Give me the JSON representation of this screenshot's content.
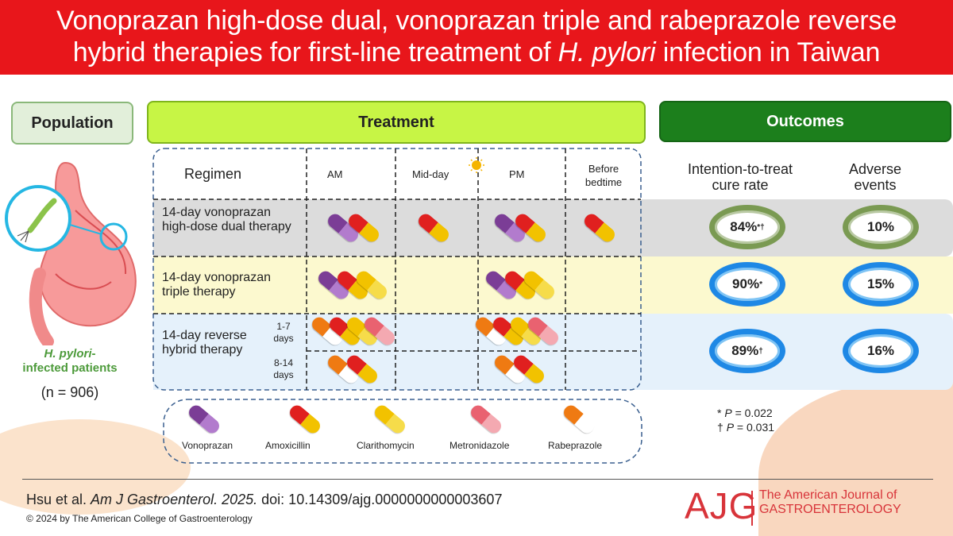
{
  "banner": {
    "line1": "Vonoprazan high-dose dual, vonoprazan triple and rabeprazole reverse",
    "line2_pre": "hybrid therapies for first-line treatment of ",
    "line2_italic": "H. pylori",
    "line2_post": " infection in Taiwan",
    "color": "#e8161b"
  },
  "population": {
    "header": "Population",
    "label_italic": "H. pylori",
    "label_rest": "-infected patients",
    "n": "(n = 906)"
  },
  "treatment": {
    "header": "Treatment",
    "columns": {
      "regimen": "Regimen",
      "am": "AM",
      "midday": "Mid-day",
      "pm": "PM",
      "bedtime": "Before bedtime"
    },
    "rows": [
      {
        "name": "14-day vonoprazan high-dose dual therapy",
        "am": [
          "Vonoprazan",
          "Amoxicillin"
        ],
        "midday": [
          "Amoxicillin"
        ],
        "pm": [
          "Vonoprazan",
          "Amoxicillin"
        ],
        "bedtime": [
          "Amoxicillin"
        ]
      },
      {
        "name": "14-day vonoprazan triple therapy",
        "am": [
          "Vonoprazan",
          "Amoxicillin",
          "Clarithomycin"
        ],
        "midday": [],
        "pm": [
          "Vonoprazan",
          "Amoxicillin",
          "Clarithomycin"
        ],
        "bedtime": []
      },
      {
        "name": "14-day reverse hybrid therapy",
        "phases": [
          {
            "days": "1-7 days",
            "am": [
              "Rabeprazole",
              "Amoxicillin",
              "Clarithomycin",
              "Metronidazole"
            ],
            "pm": [
              "Rabeprazole",
              "Amoxicillin",
              "Clarithomycin",
              "Metronidazole"
            ]
          },
          {
            "days": "8-14 days",
            "am": [
              "Rabeprazole",
              "Amoxicillin"
            ],
            "pm": [
              "Rabeprazole",
              "Amoxicillin"
            ]
          }
        ]
      }
    ]
  },
  "outcomes": {
    "header": "Outcomes",
    "itt_header": "Intention-to-treat cure rate",
    "ae_header": "Adverse events",
    "itt": [
      "84%",
      "90%",
      "89%"
    ],
    "itt_marks": [
      "*†",
      "*",
      "†"
    ],
    "ae": [
      "10%",
      "15%",
      "16%"
    ],
    "p_values": [
      {
        "symbol": "* ",
        "p": "P",
        "rest": " = 0.022"
      },
      {
        "symbol": "† ",
        "p": "P",
        "rest": " = 0.031"
      }
    ]
  },
  "legend": [
    "Vonoprazan",
    "Amoxicillin",
    "Clarithomycin",
    "Metronidazole",
    "Rabeprazole"
  ],
  "drug_colors": {
    "Vonoprazan": [
      "#7b3d96",
      "#b27bcd"
    ],
    "Amoxicillin": [
      "#e0201f",
      "#f2c200"
    ],
    "Clarithomycin": [
      "#f2c200",
      "#f6dc4a"
    ],
    "Metronidazole": [
      "#e96270",
      "#f4a9b1"
    ],
    "Rabeprazole": [
      "#ef7a12",
      "#ffffff"
    ]
  },
  "footer": {
    "authors": "Hsu et al. ",
    "journal": "Am J Gastroenterol. 2025.",
    "doi": " doi: 10.14309/ajg.0000000000003607",
    "copyright": "© 2024 by The American College of Gastroenterology",
    "logo": "AJG",
    "journal_name_1": "The American Journal of",
    "journal_name_2": "GASTROENTEROLOGY"
  }
}
